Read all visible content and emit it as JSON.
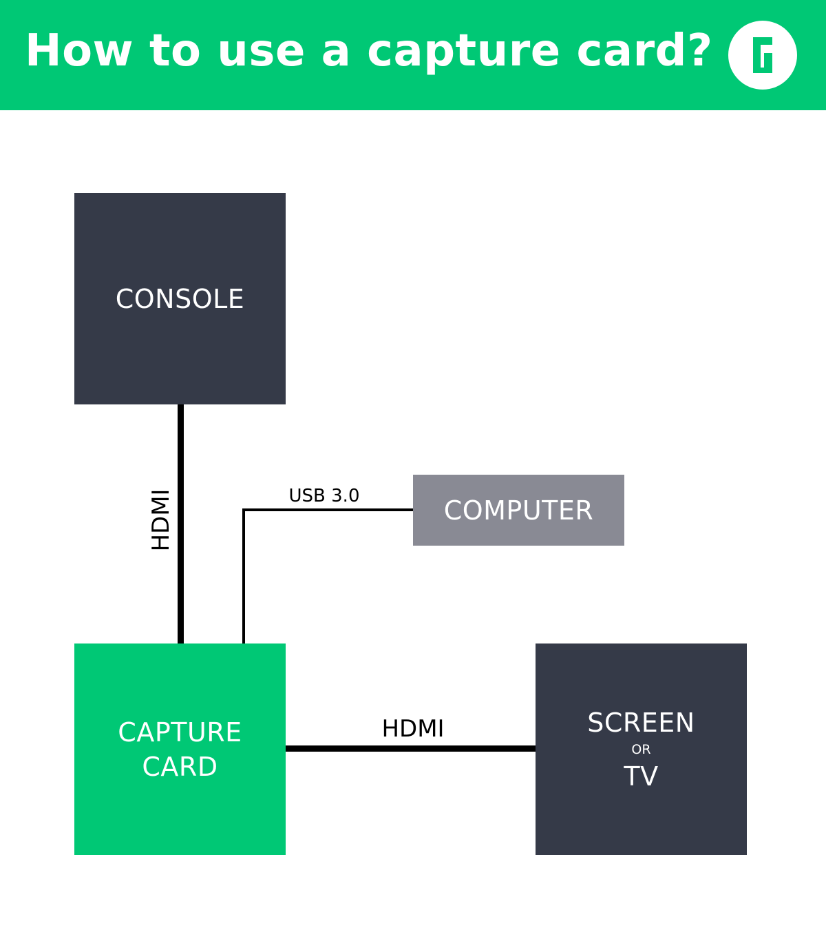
{
  "header": {
    "title": "How to use a capture card?",
    "logo_icon": "g-logo-icon",
    "background_color": "#00c875"
  },
  "nodes": {
    "console": {
      "label": "CONSOLE",
      "color": "#353a48"
    },
    "computer": {
      "label": "COMPUTER",
      "color": "#898a94"
    },
    "capture_card": {
      "line1": "CAPTURE",
      "line2": "CARD",
      "color": "#00c875"
    },
    "screen": {
      "line1": "SCREEN",
      "line2": "OR",
      "line3": "TV",
      "color": "#353a48"
    }
  },
  "connections": {
    "console_to_capture": "HDMI",
    "capture_to_computer": "USB 3.0",
    "capture_to_screen": "HDMI"
  }
}
